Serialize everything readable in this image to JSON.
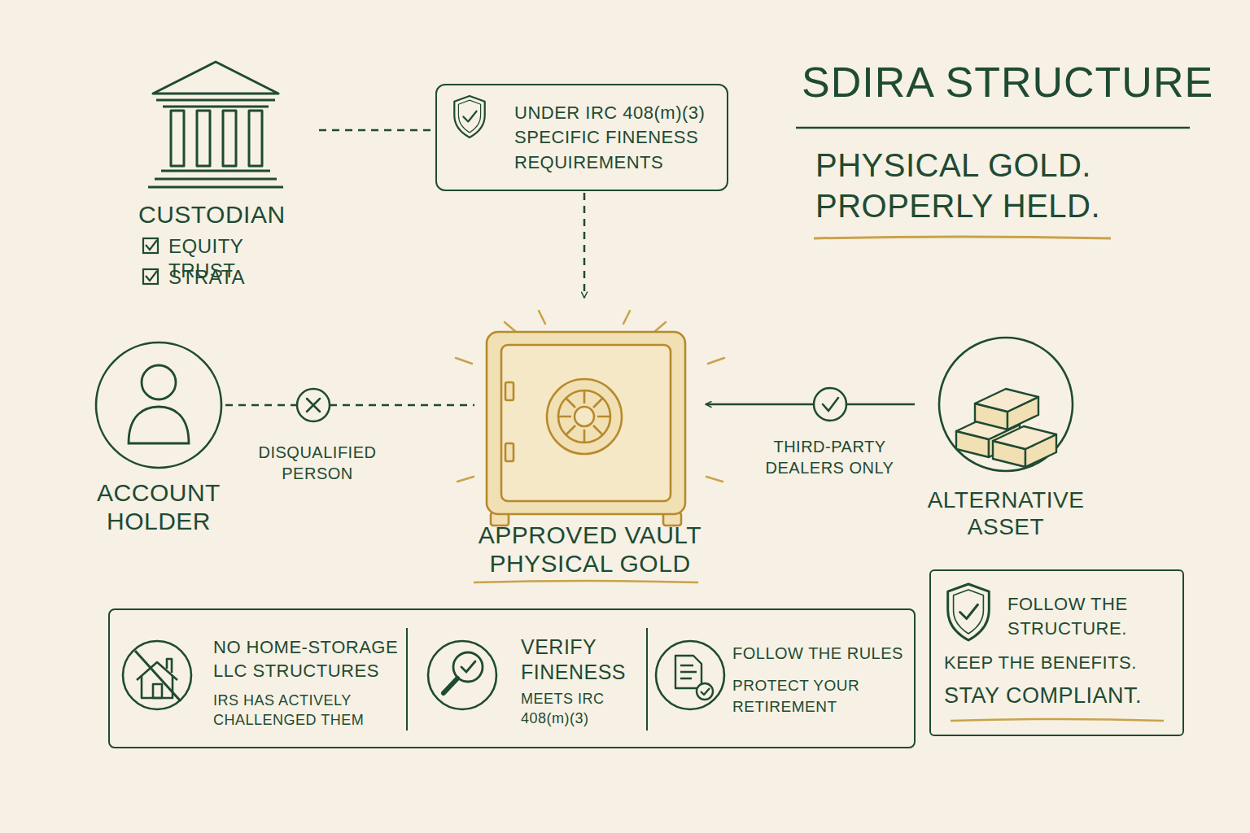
{
  "diagram": {
    "title": "SDIRA STRUCTURE",
    "nodes": [
      {
        "text": [
          "CUSTODIAN",
          "EQUITY TRUST",
          "STRATA"
        ]
      },
      {
        "text": [
          "UNDER IRC 408(m)(3) SPECIFIC FINENESS REQUIREMENTS"
        ]
      },
      {
        "text": [
          "ACCOUNT HOLDER"
        ]
      },
      {
        "text": [
          "APPROVED VAULT PHYSICAL GOLD"
        ]
      },
      {
        "text": [
          "ALTERNATIVE ASSET"
        ]
      },
      {
        "text": []
      },
      {
        "text": [
          "NO HOME-STORAGE LLC STRUCTURES",
          "IRS HAS ACTIVELY CHALLENGED THEM"
        ],
        "in": 5
      },
      {
        "text": [
          "VERIFY FINENESS",
          "MEETS IRC 408(m)(3)"
        ],
        "in": 5
      },
      {
        "text": [
          "FOLLOW THE RULES",
          "PROTECT YOUR RETIREMENT"
        ],
        "in": 5
      },
      {
        "text": [
          "FOLLOW THE STRUCTURE.",
          "KEEP THE BENEFITS.",
          "STAY COMPLIANT."
        ]
      }
    ],
    "edges": [
      {
        "from": 0,
        "to": 1,
        "arrow": "none"
      },
      {
        "from": 1,
        "to": 3,
        "arrow": "to"
      },
      {
        "from": 2,
        "to": 3,
        "label": "DISQUALIFIED PERSON",
        "arrow": "none"
      },
      {
        "from": 4,
        "to": 3,
        "label": "THIRD-PARTY DEALERS ONLY",
        "arrow": "to"
      }
    ],
    "labels": [
      "PHYSICAL GOLD. PROPERLY HELD."
    ]
  }
}
